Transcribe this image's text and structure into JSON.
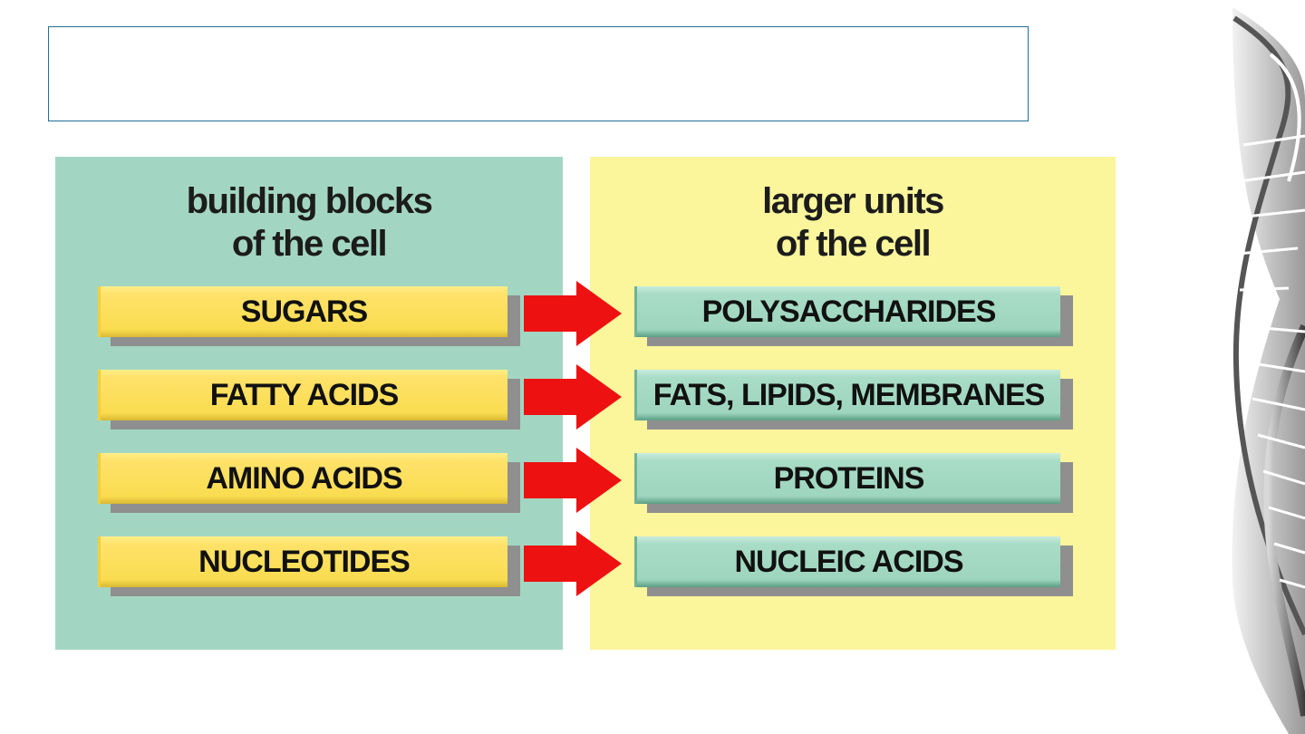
{
  "title": "",
  "left_panel": {
    "heading_line1": "building blocks",
    "heading_line2": "of the cell",
    "color": "#a3d6c2"
  },
  "right_panel": {
    "heading_line1": "larger units",
    "heading_line2": "of the cell",
    "color": "#fbf59c"
  },
  "rows": [
    {
      "small": "SUGARS",
      "large": "POLYSACCHARIDES"
    },
    {
      "small": "FATTY ACIDS",
      "large": "FATS, LIPIDS, MEMBRANES"
    },
    {
      "small": "AMINO ACIDS",
      "large": "PROTEINS"
    },
    {
      "small": "NUCLEOTIDES",
      "large": "NUCLEIC ACIDS"
    }
  ],
  "colors": {
    "arrow": "#ee1111",
    "small_bar": "#fadc50",
    "large_bar": "#9ed5bf"
  },
  "icons": {
    "arrow": "right-arrow-icon",
    "decoration": "dna-helix-icon"
  }
}
